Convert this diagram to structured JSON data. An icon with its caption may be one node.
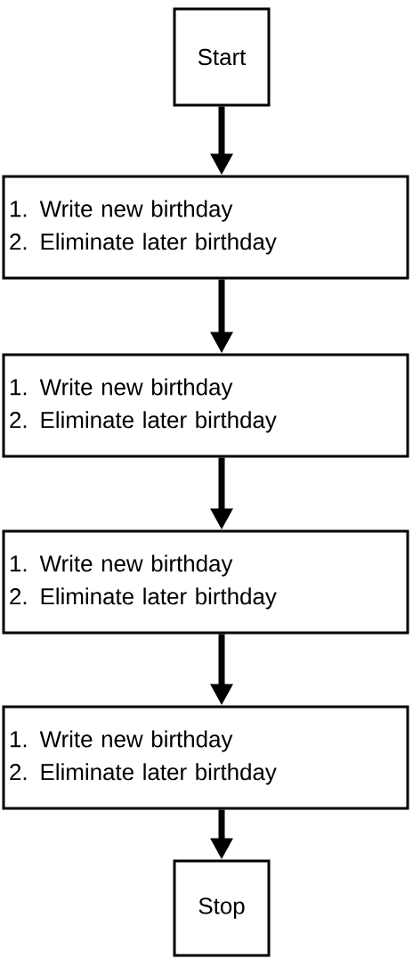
{
  "diagram": {
    "nodes": [
      {
        "text": [
          "Start"
        ]
      },
      {
        "text": [
          "1. Write new birthday",
          "2. Eliminate later birthday"
        ]
      },
      {
        "text": [
          "1. Write new birthday",
          "2. Eliminate later birthday"
        ]
      },
      {
        "text": [
          "1. Write new birthday",
          "2. Eliminate later birthday"
        ]
      },
      {
        "text": [
          "1. Write new birthday",
          "2. Eliminate later birthday"
        ]
      },
      {
        "text": [
          "Stop"
        ]
      }
    ],
    "edges": [
      {
        "from": 0,
        "to": 1,
        "arrow": "to"
      },
      {
        "from": 1,
        "to": 2,
        "arrow": "to"
      },
      {
        "from": 2,
        "to": 3,
        "arrow": "to"
      },
      {
        "from": 3,
        "to": 4,
        "arrow": "to"
      },
      {
        "from": 4,
        "to": 5,
        "arrow": "to"
      }
    ]
  }
}
